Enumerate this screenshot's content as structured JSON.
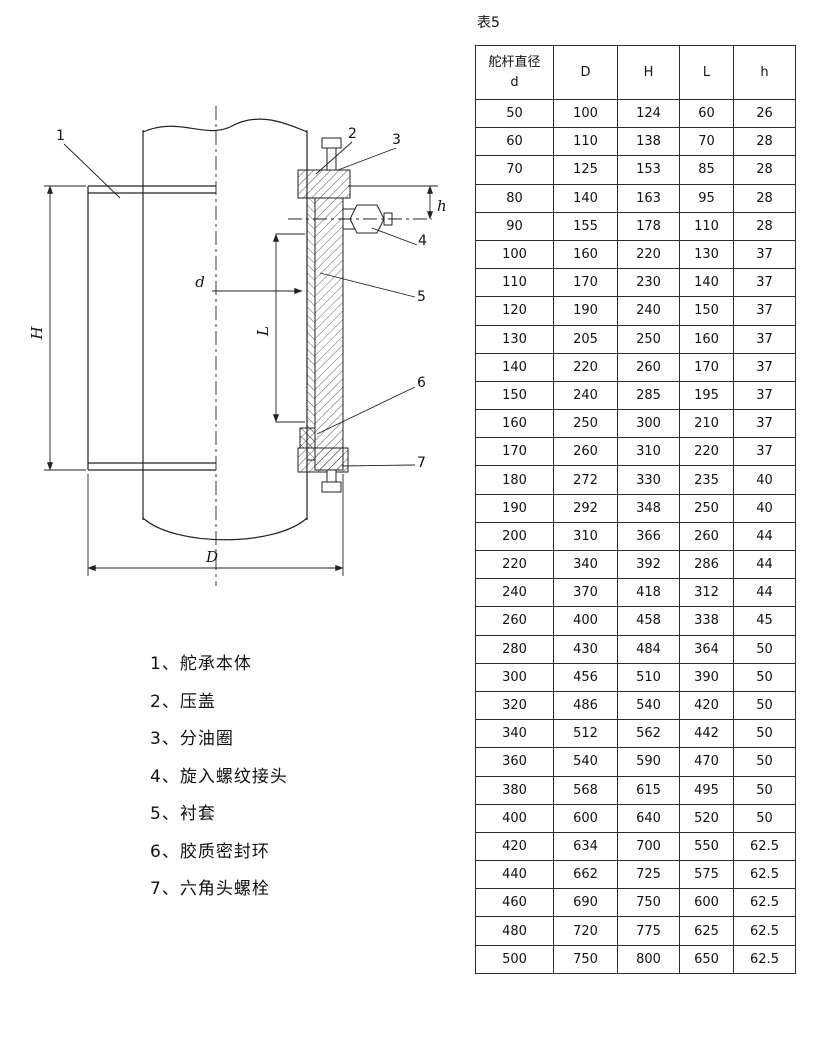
{
  "table_label": "表5",
  "table": {
    "headers": [
      "舵杆直径\nd",
      "D",
      "H",
      "L",
      "h"
    ],
    "rows": [
      [
        "50",
        "100",
        "124",
        "60",
        "26"
      ],
      [
        "60",
        "110",
        "138",
        "70",
        "28"
      ],
      [
        "70",
        "125",
        "153",
        "85",
        "28"
      ],
      [
        "80",
        "140",
        "163",
        "95",
        "28"
      ],
      [
        "90",
        "155",
        "178",
        "110",
        "28"
      ],
      [
        "100",
        "160",
        "220",
        "130",
        "37"
      ],
      [
        "110",
        "170",
        "230",
        "140",
        "37"
      ],
      [
        "120",
        "190",
        "240",
        "150",
        "37"
      ],
      [
        "130",
        "205",
        "250",
        "160",
        "37"
      ],
      [
        "140",
        "220",
        "260",
        "170",
        "37"
      ],
      [
        "150",
        "240",
        "285",
        "195",
        "37"
      ],
      [
        "160",
        "250",
        "300",
        "210",
        "37"
      ],
      [
        "170",
        "260",
        "310",
        "220",
        "37"
      ],
      [
        "180",
        "272",
        "330",
        "235",
        "40"
      ],
      [
        "190",
        "292",
        "348",
        "250",
        "40"
      ],
      [
        "200",
        "310",
        "366",
        "260",
        "44"
      ],
      [
        "220",
        "340",
        "392",
        "286",
        "44"
      ],
      [
        "240",
        "370",
        "418",
        "312",
        "44"
      ],
      [
        "260",
        "400",
        "458",
        "338",
        "45"
      ],
      [
        "280",
        "430",
        "484",
        "364",
        "50"
      ],
      [
        "300",
        "456",
        "510",
        "390",
        "50"
      ],
      [
        "320",
        "486",
        "540",
        "420",
        "50"
      ],
      [
        "340",
        "512",
        "562",
        "442",
        "50"
      ],
      [
        "360",
        "540",
        "590",
        "470",
        "50"
      ],
      [
        "380",
        "568",
        "615",
        "495",
        "50"
      ],
      [
        "400",
        "600",
        "640",
        "520",
        "50"
      ],
      [
        "420",
        "634",
        "700",
        "550",
        "62.5"
      ],
      [
        "440",
        "662",
        "725",
        "575",
        "62.5"
      ],
      [
        "460",
        "690",
        "750",
        "600",
        "62.5"
      ],
      [
        "480",
        "720",
        "775",
        "625",
        "62.5"
      ],
      [
        "500",
        "750",
        "800",
        "650",
        "62.5"
      ]
    ]
  },
  "legend": {
    "items": [
      "1、舵承本体",
      "2、压盖",
      "3、分油圈",
      "4、旋入螺纹接头",
      "5、衬套",
      "6、胶质密封环",
      "7、六角头螺栓"
    ]
  },
  "diagram": {
    "callouts": [
      "1",
      "2",
      "3",
      "4",
      "5",
      "6",
      "7"
    ],
    "dims": {
      "H": "H",
      "d": "d",
      "L": "L",
      "D": "D",
      "h": "h"
    }
  }
}
